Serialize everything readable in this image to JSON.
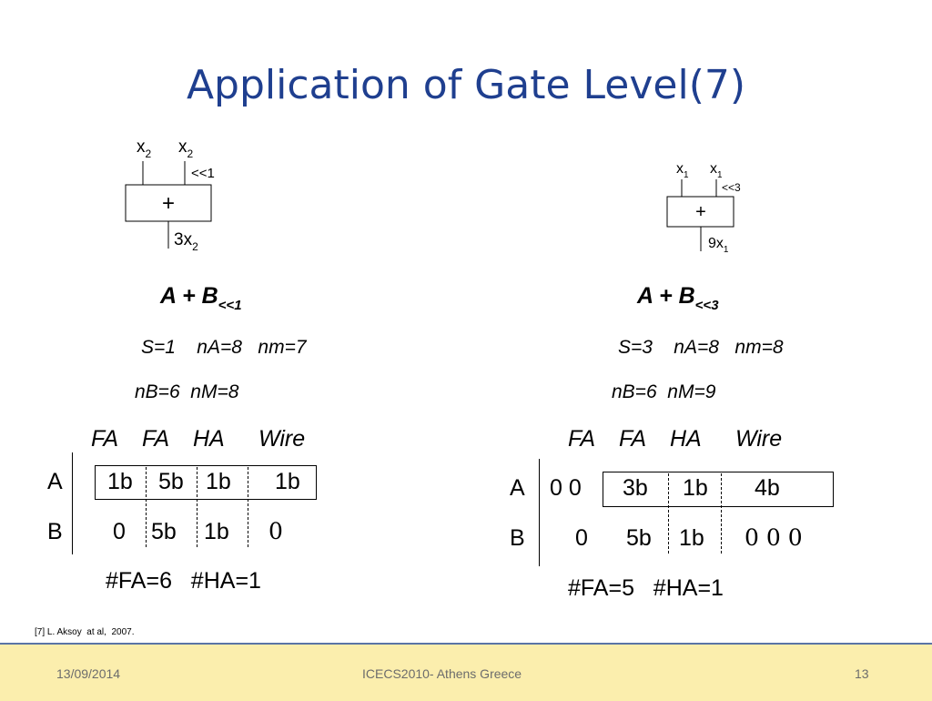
{
  "slide": {
    "title": "Application of Gate Level(7)",
    "reference": "[7] L. Aksoy  at al,  2007.",
    "footer": {
      "date": "13/09/2014",
      "conference": "ICECS2010- Athens Greece",
      "page": "13"
    }
  },
  "left": {
    "diagram": {
      "in1_base": "x",
      "in1_sub": "2",
      "in2_base": "x",
      "in2_sub": "2",
      "shift": "<<1",
      "op": "+",
      "out_base": "3x",
      "out_sub": "2"
    },
    "expr_main": "A + B",
    "expr_sub": "<<1",
    "params1": "S=1    nA=8   nm=7",
    "params2": "nB=6  nM=8",
    "headers": [
      "FA",
      "FA",
      "HA",
      "Wire"
    ],
    "row_a_label": "A",
    "row_a": [
      "1b",
      "5b",
      "1b",
      "1b"
    ],
    "row_b_label": "B",
    "row_b": [
      "0",
      "5b",
      "1b",
      "0"
    ],
    "count": "#FA=6   #HA=1"
  },
  "right": {
    "diagram": {
      "in1_base": "x",
      "in1_sub": "1",
      "in2_base": "x",
      "in2_sub": "1",
      "shift": "<<3",
      "op": "+",
      "out_base": "9x",
      "out_sub": "1"
    },
    "expr_main": "A + B",
    "expr_sub": "<<3",
    "params1": "S=3    nA=8   nm=8",
    "params2": "nB=6  nM=9",
    "headers": [
      "FA",
      "FA",
      "HA",
      "Wire"
    ],
    "row_a_label": "A",
    "row_a_prefix": "0 0",
    "row_a": [
      "3b",
      "1b",
      "4b"
    ],
    "row_b_label": "B",
    "row_b": [
      "0",
      "5b",
      "1b",
      "0 0 0"
    ],
    "count": "#FA=5   #HA=1"
  }
}
